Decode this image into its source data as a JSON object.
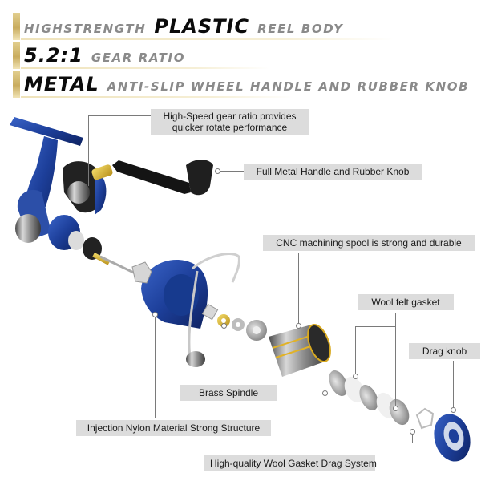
{
  "features": [
    {
      "prefix": "HIGHSTRENGTH",
      "strong": "PLASTIC",
      "suffix": "REEL BODY"
    },
    {
      "prefix": "",
      "strong": "5.2:1",
      "suffix": "GEAR RATIO"
    },
    {
      "prefix": "",
      "strong": "METAL",
      "suffix": "ANTI-SLIP WHEEL HANDLE AND RUBBER KNOB"
    }
  ],
  "callouts": {
    "gear_ratio_line1": "High-Speed gear ratio provides",
    "gear_ratio_line2": "quicker rotate performance",
    "handle": "Full Metal Handle and Rubber Knob",
    "spool": "CNC machining spool is strong and durable",
    "wool_felt": "Wool felt gasket",
    "drag_knob": "Drag knob",
    "brass_spindle": "Brass Spindle",
    "nylon_body": "Injection Nylon Material Strong Structure",
    "drag_system": "High-quality Wool Gasket Drag System"
  },
  "colors": {
    "accent_gold": "#c9ac5e",
    "reel_blue": "#1d3f9a",
    "label_bg": "#dcdcdc",
    "feature_gray": "#8a8a8a"
  }
}
